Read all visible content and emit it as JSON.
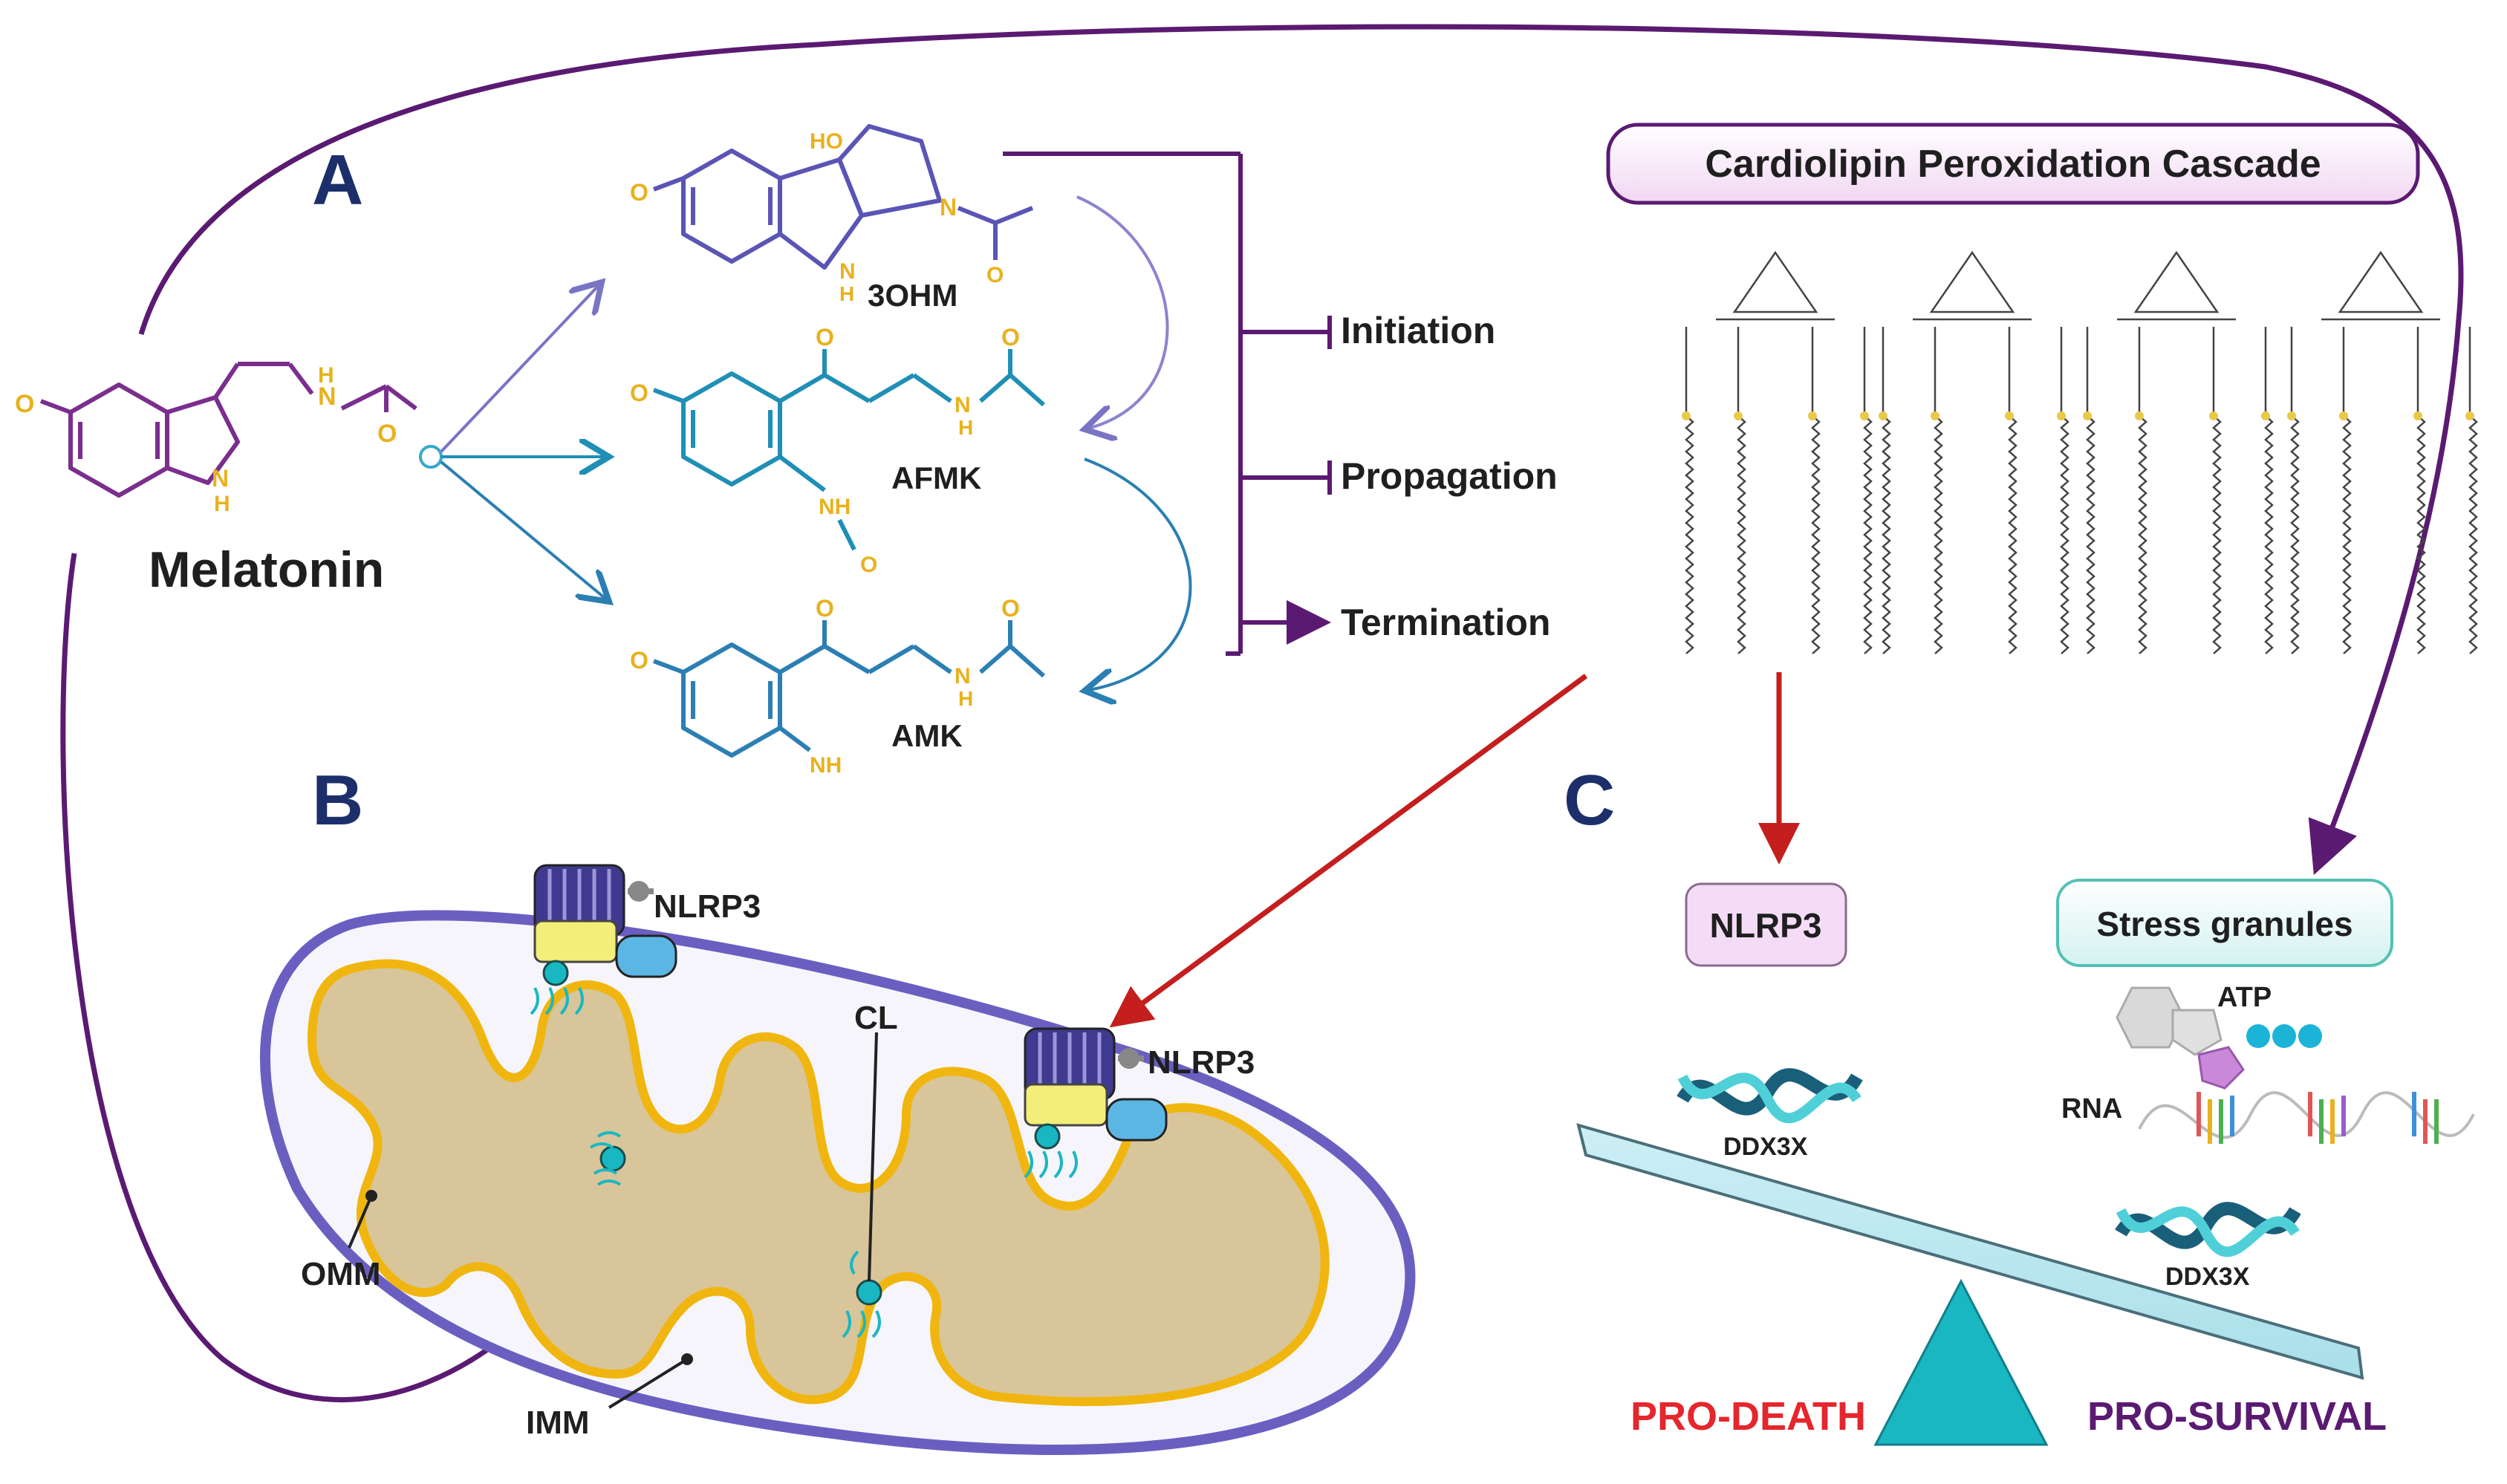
{
  "panels": {
    "a": "A",
    "b": "B",
    "c": "C"
  },
  "melatonin": {
    "name": "Melatonin",
    "o": "O",
    "n1": "N",
    "h1": "H",
    "nh": "N",
    "h2": "H",
    "o2": "O"
  },
  "metabolites": {
    "m1": {
      "name": "3OHM",
      "ho": "HO",
      "o": "O",
      "n": "N",
      "h": "H",
      "nh": "N",
      "o2": "O"
    },
    "m2": {
      "name": "AFMK",
      "o": "O",
      "o2": "O",
      "nh": "N",
      "h": "H",
      "o3": "O",
      "nh2": "NH",
      "o4": "O"
    },
    "m3": {
      "name": "AMK",
      "o": "O",
      "o2": "O",
      "nh": "N",
      "h": "H",
      "o3": "O",
      "nh2": "NH"
    }
  },
  "steps": {
    "initiation": "Initiation",
    "propagation": "Propagation",
    "termination": "Termination"
  },
  "cascade": {
    "title": "Cardiolipin Peroxidation Cascade"
  },
  "mito": {
    "nlrp3_top": "NLRP3",
    "nlrp3_right": "NLRP3",
    "cl": "CL",
    "omm": "OMM",
    "imm": "IMM"
  },
  "panel_c": {
    "nlrp3": "NLRP3",
    "stress": "Stress granules",
    "atp": "ATP",
    "rna": "RNA",
    "ddx_left": "DDX3X",
    "ddx_right": "DDX3X",
    "pro_death": "PRO-DEATH",
    "pro_survival": "PRO-SURVIVAL"
  },
  "colors": {
    "purple": "#5b1a72",
    "violet": "#5a55b5",
    "teal": "#1f8fb5",
    "gold": "#e8b21f",
    "red": "#c41e1e",
    "turquoise": "#19b7c2",
    "mito_fill": "#d9c59a",
    "pro_death": "#e5262c",
    "pro_survival": "#5b1a72"
  }
}
